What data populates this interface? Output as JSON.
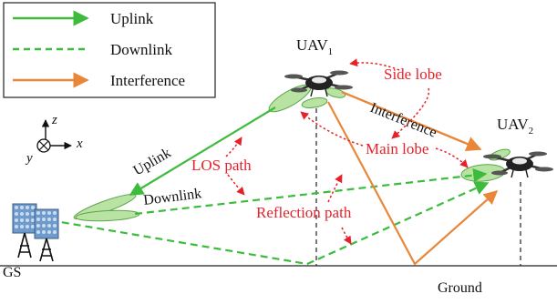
{
  "legend": {
    "items": [
      {
        "label": "Uplink",
        "color": "#3dbb3d",
        "style": "solid"
      },
      {
        "label": "Downlink",
        "color": "#3dbb3d",
        "style": "dashed"
      },
      {
        "label": "Interference",
        "color": "#e8873a",
        "style": "solid"
      }
    ]
  },
  "axes": {
    "x": "x",
    "y": "y",
    "z": "z"
  },
  "nodes": {
    "gs": "GS",
    "uav1_base": "UAV",
    "uav1_sub": "1",
    "uav2_base": "UAV",
    "uav2_sub": "2",
    "ground": "Ground"
  },
  "labels": {
    "uplink": "Uplink",
    "downlink": "Downlink",
    "interference": "Interference",
    "side_lobe": "Side lobe",
    "main_lobe": "Main lobe",
    "los_path": "LOS path",
    "reflection_path": "Reflection path"
  },
  "colors": {
    "link_green": "#3dbb3d",
    "interference_orange": "#e8873a",
    "annotation_red": "#e8202a",
    "lobe_fill": "#b9e3a3",
    "lobe_stroke": "#5aa54a"
  }
}
